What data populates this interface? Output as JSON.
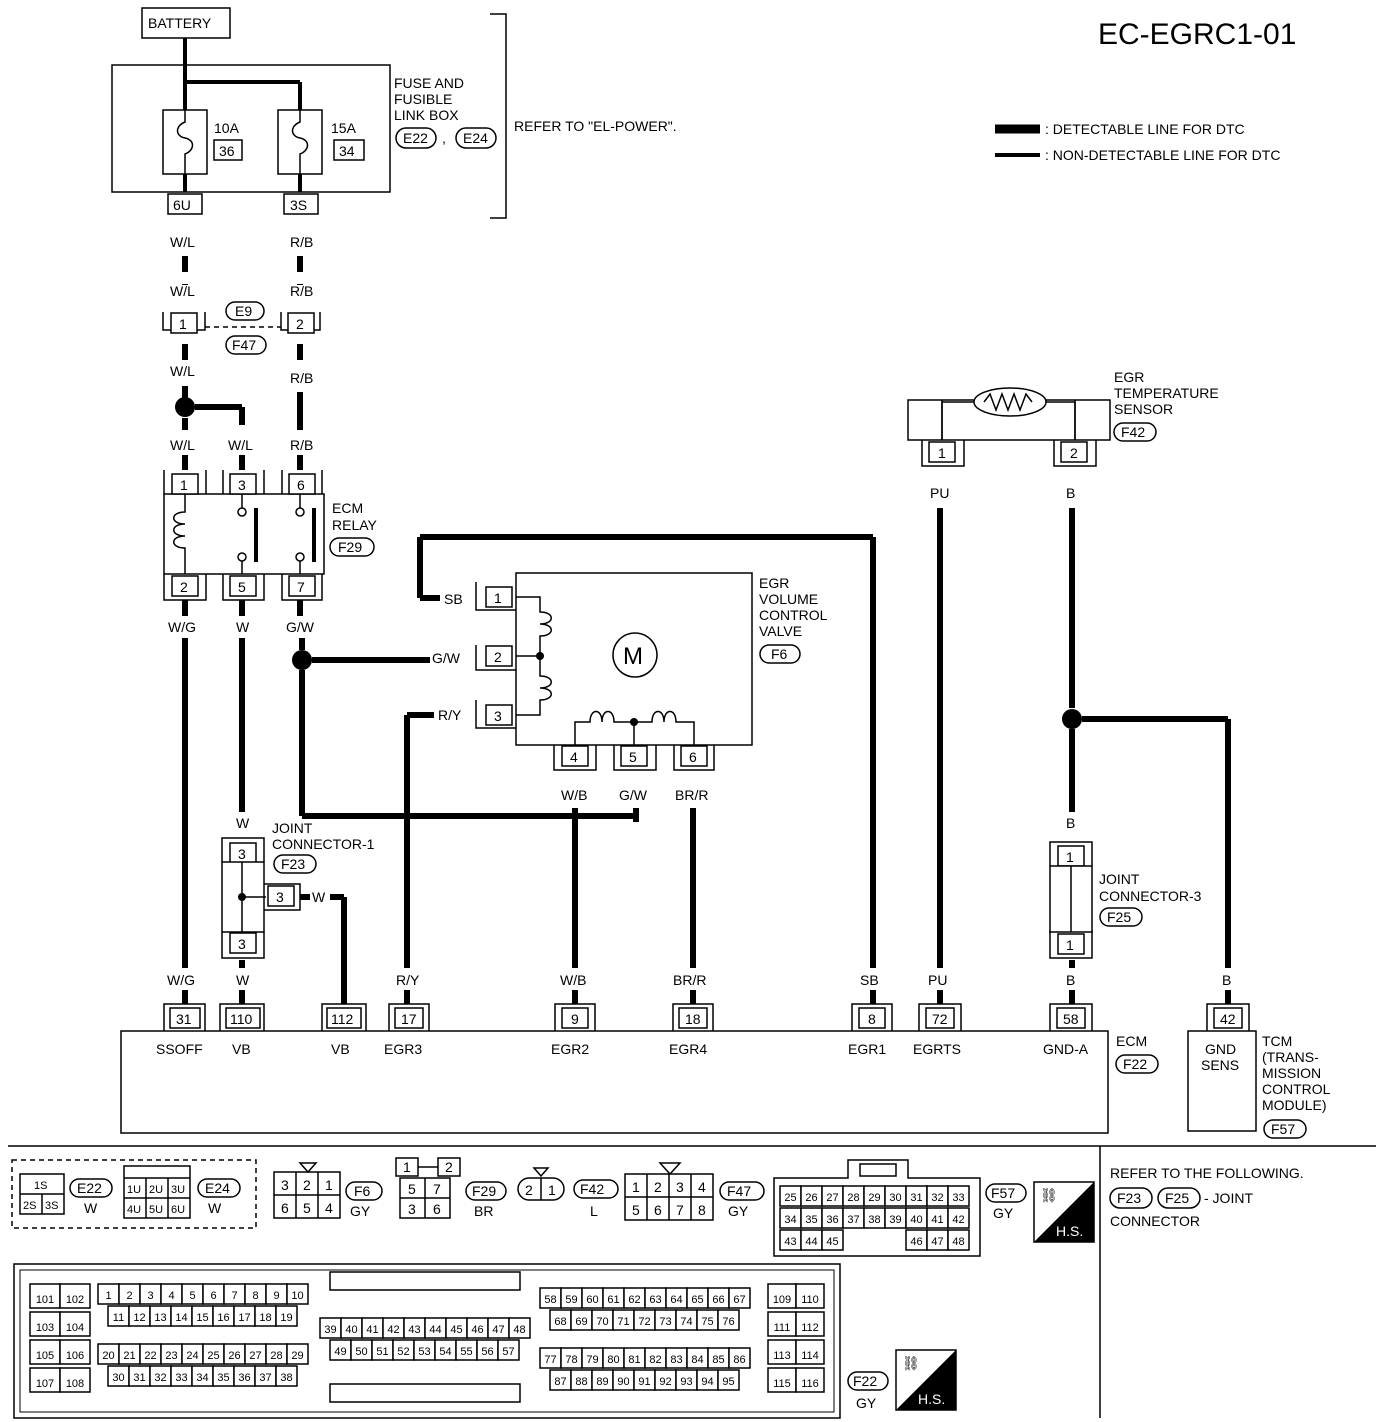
{
  "title": "EC-EGRC1-01",
  "legend": {
    "detectable": ": DETECTABLE LINE FOR DTC",
    "non_detectable": ": NON-DETECTABLE LINE FOR DTC"
  },
  "battery": "BATTERY",
  "fuse_box": {
    "label": [
      "FUSE AND",
      "FUSIBLE",
      "LINK BOX"
    ],
    "conn_a": "E22",
    "comma": ",",
    "conn_b": "E24",
    "refer": "REFER TO \"EL-POWER\".",
    "fuse1_amp": "10A",
    "fuse1_no": "36",
    "fuse2_amp": "15A",
    "fuse2_no": "34",
    "term1": "6U",
    "term2": "3S"
  },
  "joint_e9": {
    "conn_a": "E9",
    "conn_b": "F47",
    "pin1": "1",
    "pin2": "2"
  },
  "ecm_relay": {
    "label": [
      "ECM",
      "RELAY"
    ],
    "conn": "F29",
    "pins_top": [
      "1",
      "3",
      "6"
    ],
    "pins_bottom": [
      "2",
      "5",
      "7"
    ]
  },
  "egr_valve": {
    "label": [
      "EGR",
      "VOLUME",
      "CONTROL",
      "VALVE"
    ],
    "conn": "F6",
    "motor": "M",
    "pins_left": [
      "1",
      "2",
      "3"
    ],
    "pins_bottom": [
      "4",
      "5",
      "6"
    ]
  },
  "egr_sensor": {
    "label": [
      "EGR",
      "TEMPERATURE",
      "SENSOR"
    ],
    "conn": "F42",
    "pins": [
      "1",
      "2"
    ]
  },
  "joint1": {
    "label": [
      "JOINT",
      "CONNECTOR-1"
    ],
    "conn": "F23",
    "pins": [
      "3",
      "3",
      "3"
    ]
  },
  "joint3": {
    "label": [
      "JOINT",
      "CONNECTOR-3"
    ],
    "conn": "F25",
    "pins": [
      "1",
      "1"
    ]
  },
  "wire_colors": {
    "wl": "W/L",
    "rb": "R/B",
    "wg": "W/G",
    "w": "W",
    "gw": "G/W",
    "sb": "SB",
    "ry": "R/Y",
    "wb": "W/B",
    "brr": "BR/R",
    "pu": "PU",
    "b": "B"
  },
  "ecm": {
    "label": "ECM",
    "conn": "F22",
    "terminals": [
      {
        "pin": "31",
        "name": "SSOFF"
      },
      {
        "pin": "110",
        "name": "VB"
      },
      {
        "pin": "112",
        "name": "VB"
      },
      {
        "pin": "17",
        "name": "EGR3"
      },
      {
        "pin": "9",
        "name": "EGR2"
      },
      {
        "pin": "18",
        "name": "EGR4"
      },
      {
        "pin": "8",
        "name": "EGR1"
      },
      {
        "pin": "72",
        "name": "EGRTS"
      },
      {
        "pin": "58",
        "name": "GND-A"
      }
    ]
  },
  "tcm": {
    "pin": "42",
    "name": [
      "GND",
      "SENS"
    ],
    "label": [
      "TCM",
      "(TRANS-",
      "MISSION",
      "CONTROL",
      "MODULE)"
    ],
    "conn": "F57"
  },
  "refer_box": {
    "text": "REFER TO THE FOLLOWING.",
    "conn_a": "F23",
    "conn_b": "F25",
    "suffix": "- JOINT",
    "line2": "CONNECTOR"
  },
  "connector_views": {
    "e22": {
      "id": "E22",
      "color": "W",
      "pins": [
        "1S",
        "2S",
        "3S"
      ]
    },
    "e24": {
      "id": "E24",
      "color": "W",
      "pins": [
        "1U",
        "2U",
        "3U",
        "4U",
        "5U",
        "6U"
      ]
    },
    "f6": {
      "id": "F6",
      "color": "GY",
      "pins": [
        "3",
        "2",
        "1",
        "6",
        "5",
        "4"
      ]
    },
    "f29": {
      "id": "F29",
      "color": "BR",
      "pins": [
        "1",
        "2",
        "5",
        "7",
        "3",
        "6"
      ]
    },
    "f42": {
      "id": "F42",
      "color": "L",
      "pins": [
        "2",
        "1"
      ]
    },
    "f47": {
      "id": "F47",
      "color": "GY",
      "pins": [
        "1",
        "2",
        "3",
        "4",
        "5",
        "6",
        "7",
        "8"
      ]
    },
    "f57": {
      "id": "F57",
      "color": "GY",
      "row1": [
        "25",
        "26",
        "27",
        "28",
        "29",
        "30",
        "31",
        "32",
        "33"
      ],
      "row2": [
        "34",
        "35",
        "36",
        "37",
        "38",
        "39",
        "40",
        "41",
        "42"
      ],
      "row3": [
        "43",
        "44",
        "45",
        "46",
        "47",
        "48"
      ]
    },
    "hs": "H.S.",
    "f22": {
      "id": "F22",
      "color": "GY"
    },
    "ecm_blocks": {
      "a1": [
        "101",
        "102",
        "103",
        "104",
        "105",
        "106",
        "107",
        "108"
      ],
      "b_r1": [
        "1",
        "2",
        "3",
        "4",
        "5",
        "6",
        "7",
        "8",
        "9",
        "10"
      ],
      "b_r2": [
        "11",
        "12",
        "13",
        "14",
        "15",
        "16",
        "17",
        "18",
        "19"
      ],
      "b_r3": [
        "20",
        "21",
        "22",
        "23",
        "24",
        "25",
        "26",
        "27",
        "28",
        "29"
      ],
      "b_r4": [
        "30",
        "31",
        "32",
        "33",
        "34",
        "35",
        "36",
        "37",
        "38"
      ],
      "c_r1": [
        "39",
        "40",
        "41",
        "42",
        "43",
        "44",
        "45",
        "46",
        "47",
        "48"
      ],
      "c_r2": [
        "49",
        "50",
        "51",
        "52",
        "53",
        "54",
        "55",
        "56",
        "57"
      ],
      "d_r1": [
        "58",
        "59",
        "60",
        "61",
        "62",
        "63",
        "64",
        "65",
        "66",
        "67"
      ],
      "d_r2": [
        "68",
        "69",
        "70",
        "71",
        "72",
        "73",
        "74",
        "75",
        "76"
      ],
      "d_r3": [
        "77",
        "78",
        "79",
        "80",
        "81",
        "82",
        "83",
        "84",
        "85",
        "86"
      ],
      "d_r4": [
        "87",
        "88",
        "89",
        "90",
        "91",
        "92",
        "93",
        "94",
        "95"
      ],
      "e": [
        "109",
        "110",
        "111",
        "112",
        "113",
        "114",
        "115",
        "116"
      ]
    }
  }
}
